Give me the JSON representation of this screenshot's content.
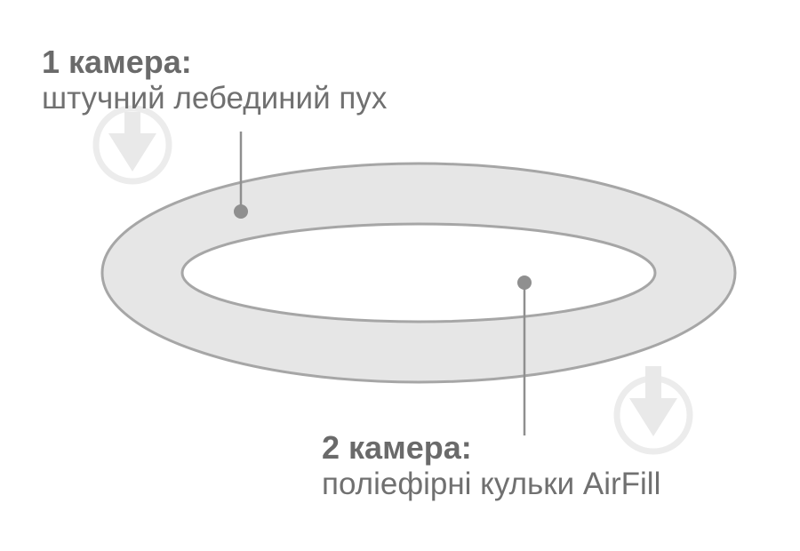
{
  "chambers": [
    {
      "title": "1 камера:",
      "description": "штучний лебединий пух"
    },
    {
      "title": "2 камера:",
      "description": "поліефірні кульки AirFill"
    }
  ],
  "colors": {
    "outer_ring_fill": "#e6e6e6",
    "ring_stroke": "#a6a6a6",
    "inner_fill": "#ffffff",
    "leader_line": "#8f8f8f",
    "label_text": "#6e6e6e",
    "watermark": "#e8e8e8"
  },
  "icons": {
    "watermark": "download-arrow-circle-icon"
  }
}
